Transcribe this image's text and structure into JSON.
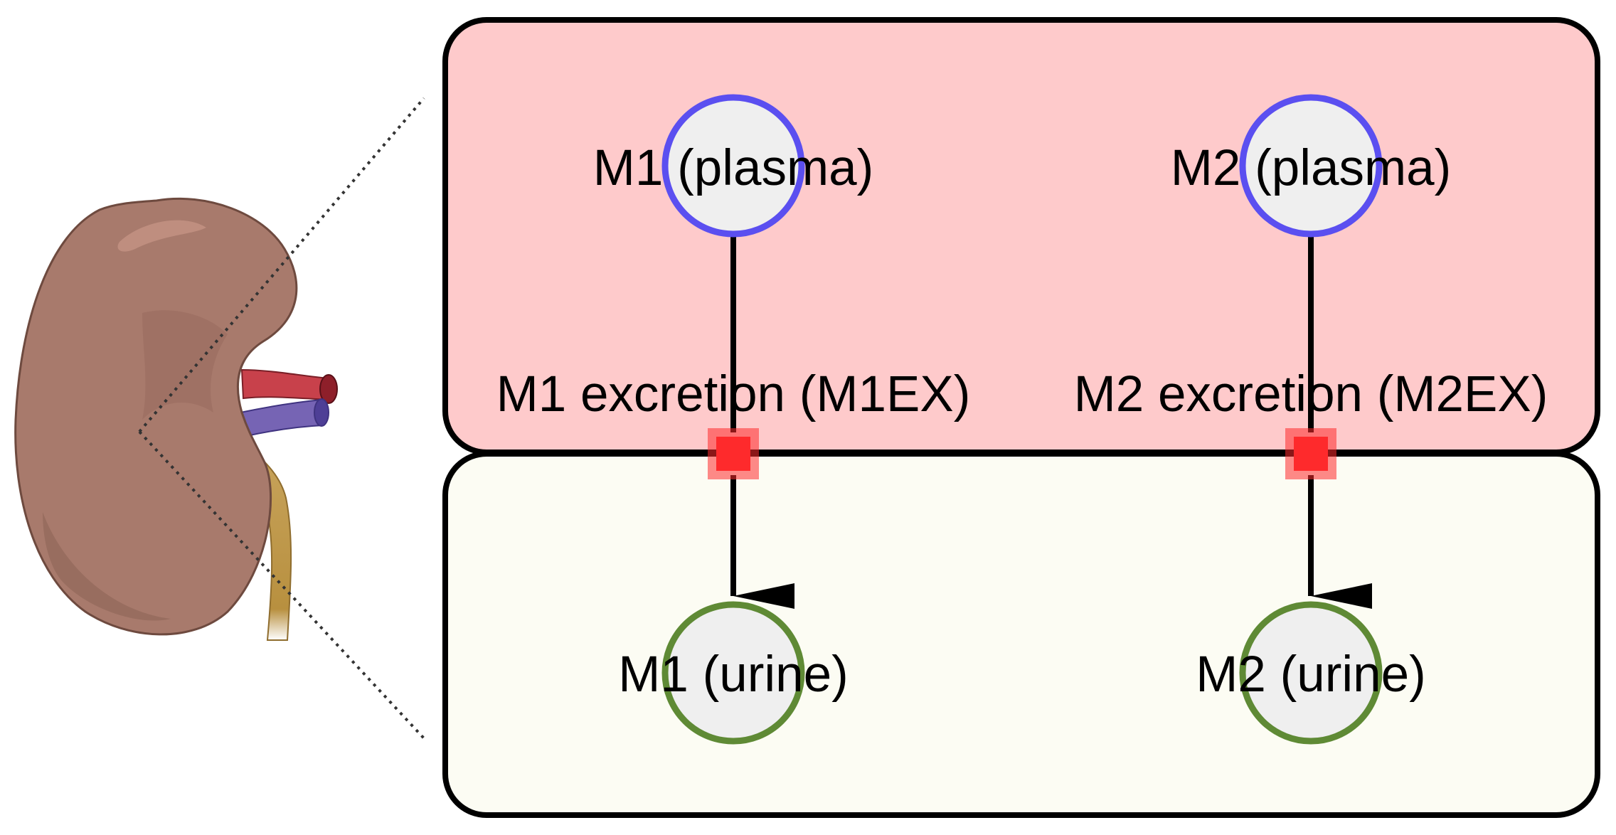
{
  "colors": {
    "plasma_compartment_fill": "#fecacb",
    "urine_compartment_fill": "#fcfcf3",
    "compartment_border": "#000000",
    "plasma_node_stroke": "#5b4ff0",
    "urine_node_stroke": "#5f8a35",
    "node_fill": "#efefef",
    "reaction_square": "#fe2a2c",
    "kidney": "#a87a6c",
    "artery": "#c8414b",
    "vein": "#7664b4",
    "ureter": "#c9a55e"
  },
  "icons": {
    "organ": "kidney-icon"
  },
  "compartments": {
    "plasma": {
      "name": "plasma-compartment"
    },
    "urine": {
      "name": "urine-compartment"
    }
  },
  "species": {
    "m1_plasma": {
      "label": "M1 (plasma)"
    },
    "m2_plasma": {
      "label": "M2 (plasma)"
    },
    "m1_urine": {
      "label": "M1 (urine)"
    },
    "m2_urine": {
      "label": "M2 (urine)"
    }
  },
  "reactions": {
    "m1_excretion": {
      "label": "M1 excretion (M1EX)"
    },
    "m2_excretion": {
      "label": "M2 excretion (M2EX)"
    }
  }
}
